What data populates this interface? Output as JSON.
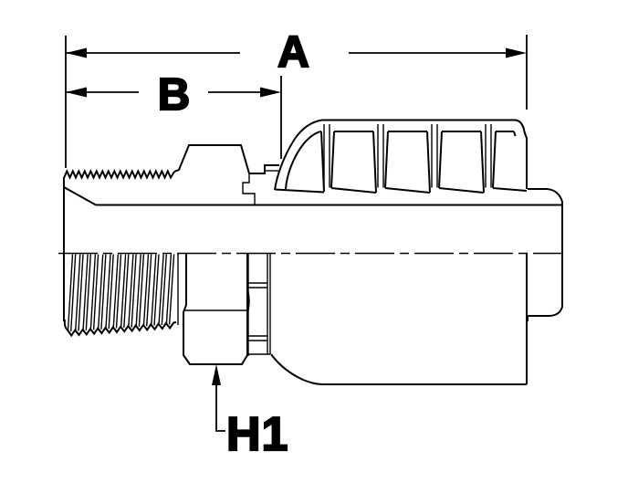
{
  "diagram": {
    "dimension_a": {
      "label": "A"
    },
    "dimension_b": {
      "label": "B"
    },
    "leader_h1": {
      "label": "H1"
    },
    "colors": {
      "line": "#000000",
      "background": "#ffffff"
    }
  }
}
